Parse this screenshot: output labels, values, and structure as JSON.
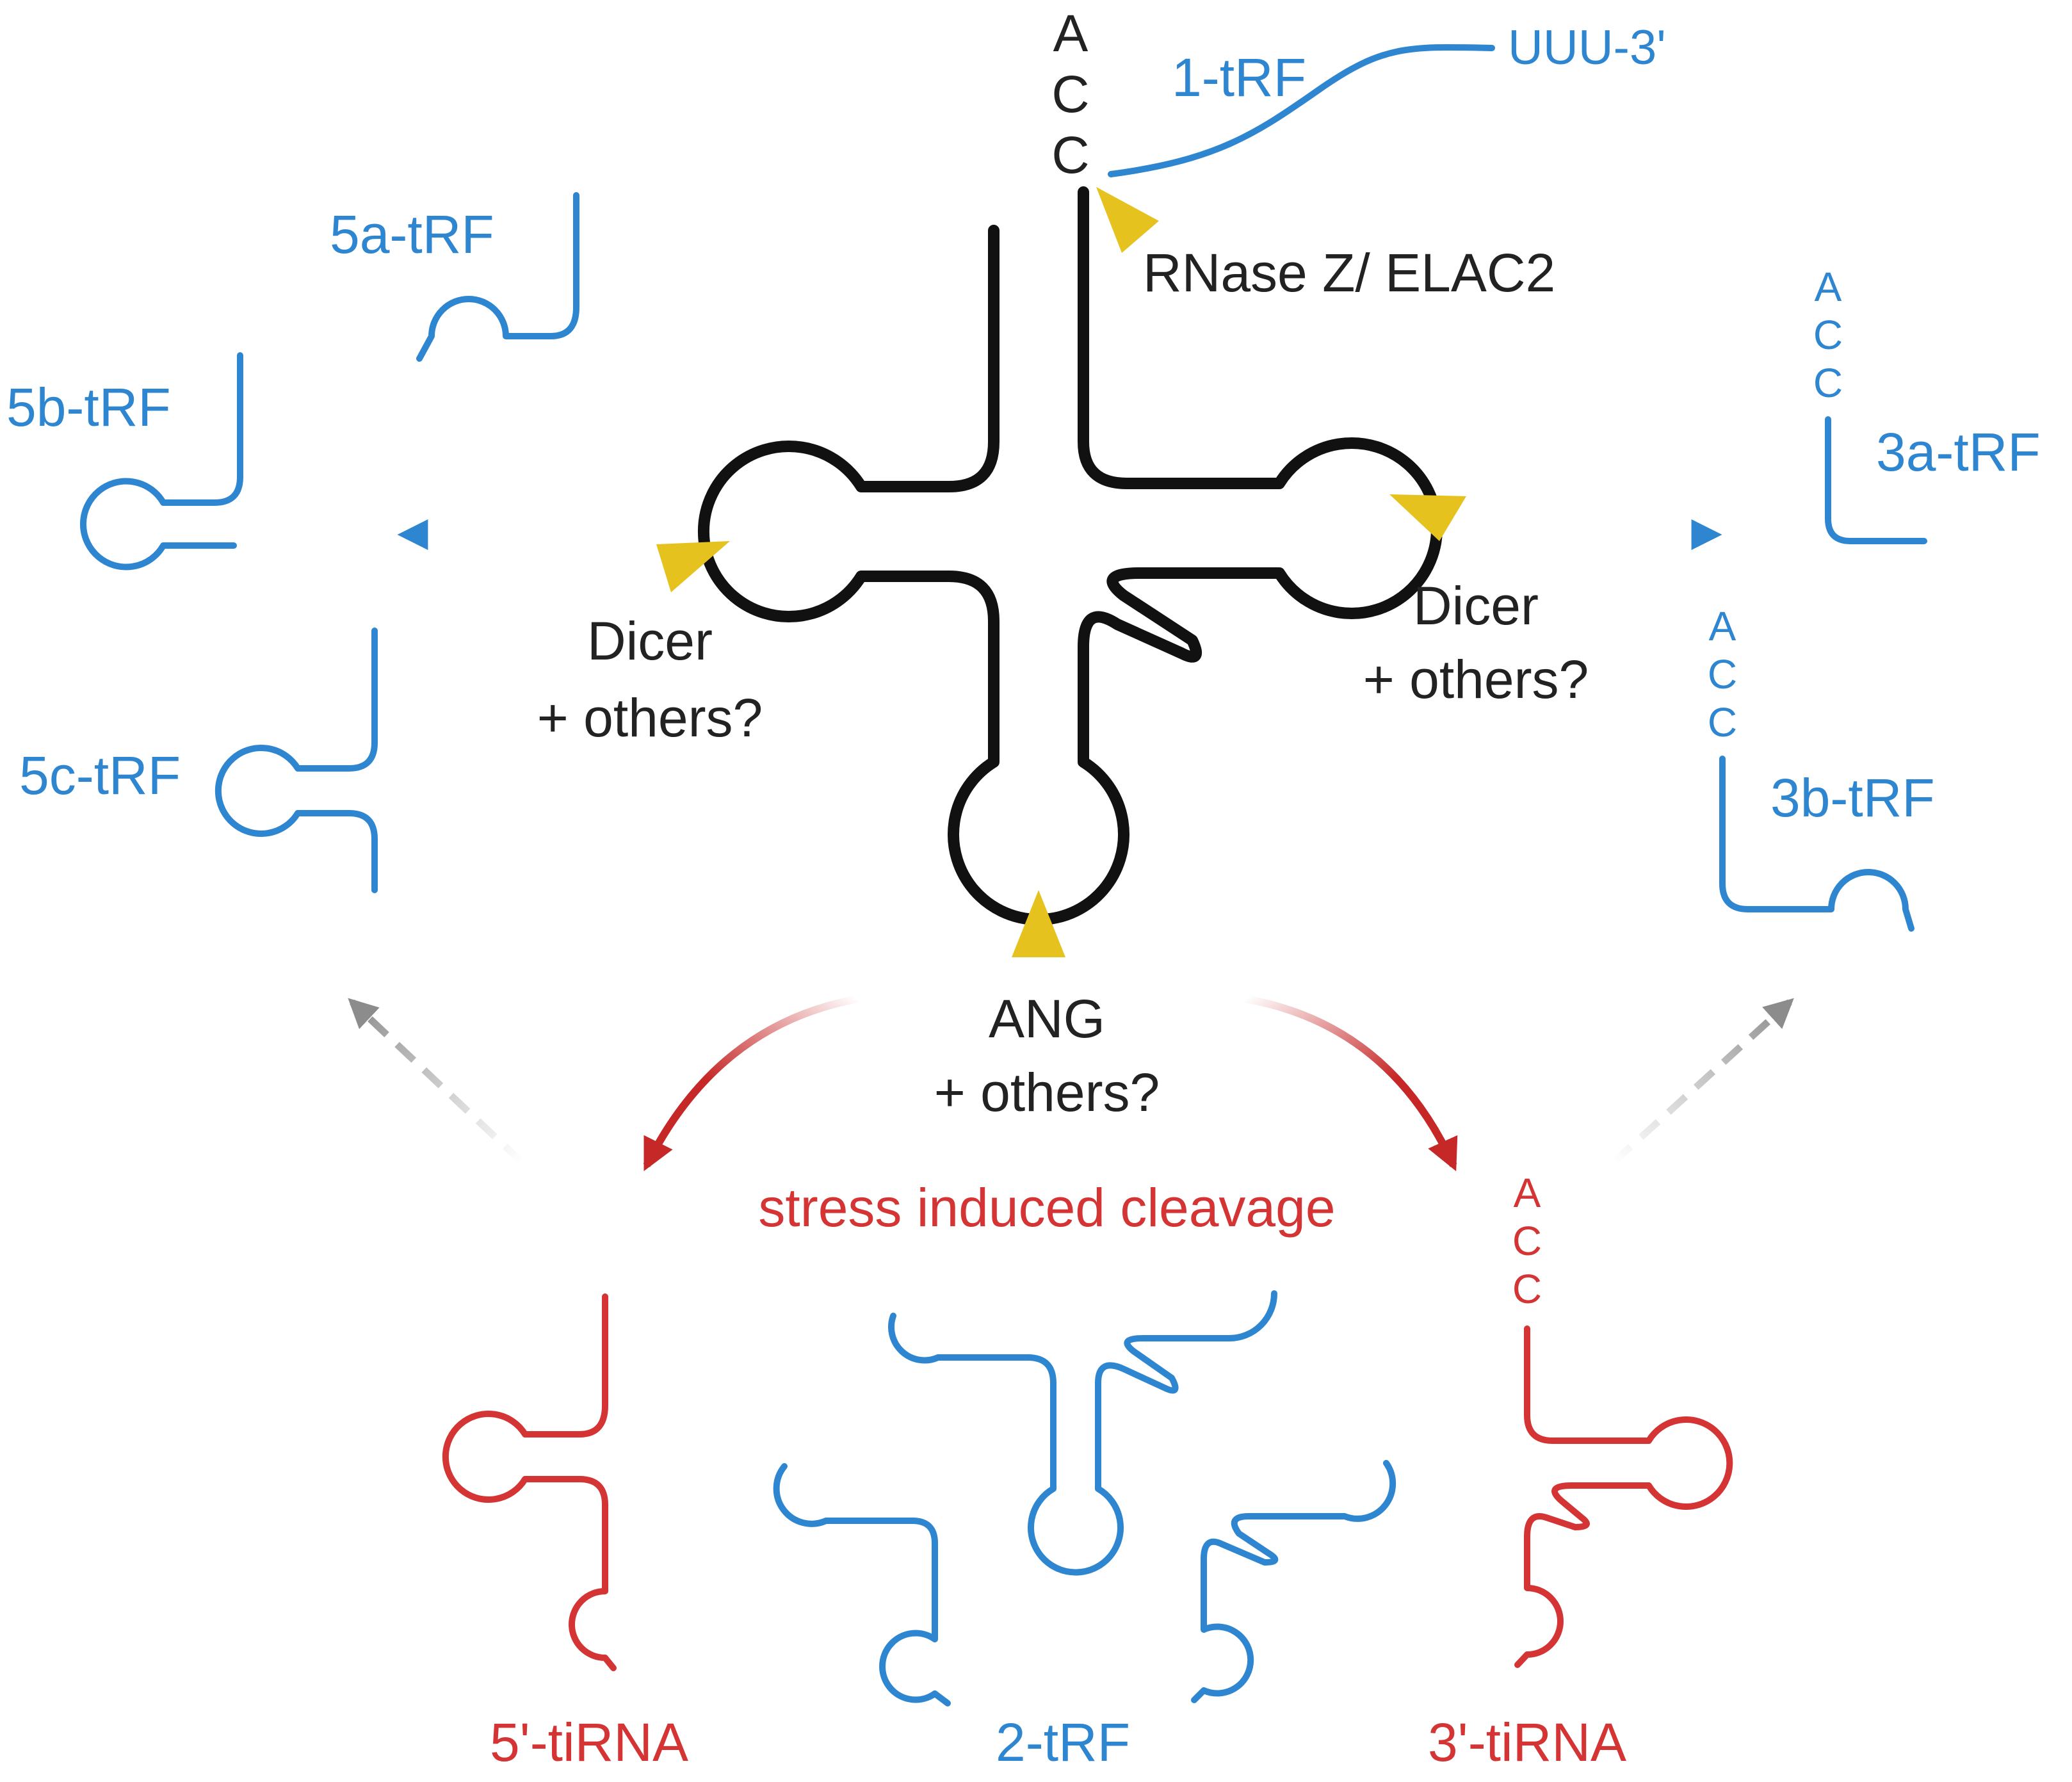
{
  "colors": {
    "trna": "#111111",
    "trf": "#2f86d0",
    "tirna": "#d43434",
    "cleavage_site": "#e6c21e",
    "dashed_arrow": "#9a9a9a"
  },
  "trna": {
    "acc_letters": [
      "A",
      "C",
      "C"
    ]
  },
  "enzymes": {
    "rnase_z": "RNase Z/ ELAC2",
    "dicer_left_line1": "Dicer",
    "dicer_left_line2": "+ others?",
    "dicer_right_line1": "Dicer",
    "dicer_right_line2": "+ others?",
    "ang_line1": "ANG",
    "ang_line2": "+ others?"
  },
  "fragments": {
    "trf1": "1-tRF",
    "trf1_tail": "UUU-3'",
    "trf5a": "5a-tRF",
    "trf5b": "5b-tRF",
    "trf5c": "5c-tRF",
    "trf3a": "3a-tRF",
    "trf3b": "3b-tRF",
    "trf2": "2-tRF",
    "tirna5": "5'-tiRNA",
    "tirna3": "3'-tiRNA",
    "acc_3a": [
      "A",
      "C",
      "C"
    ],
    "acc_3b": [
      "A",
      "C",
      "C"
    ],
    "acc_3tirna": [
      "A",
      "C",
      "C"
    ]
  },
  "stress_label": "stress induced cleavage"
}
